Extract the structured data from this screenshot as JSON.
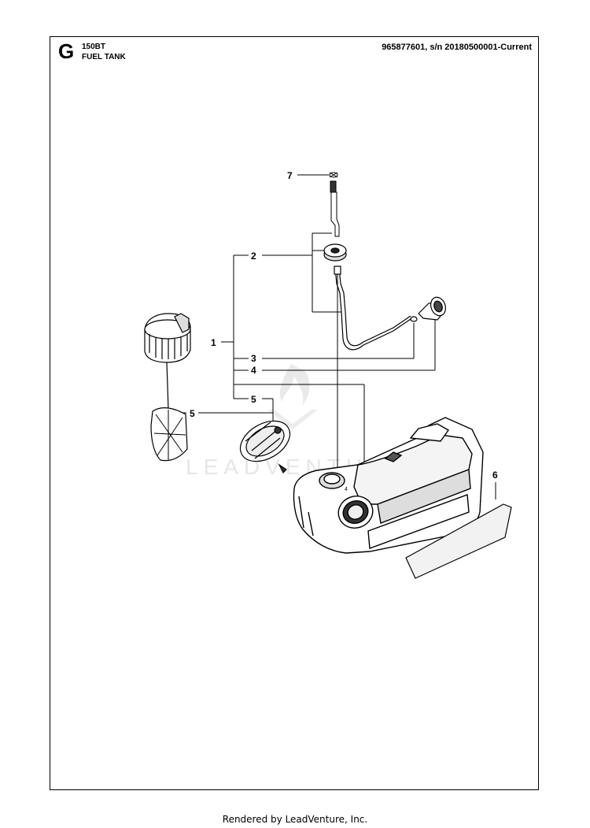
{
  "header": {
    "section_letter": "G",
    "model": "150BT",
    "title": "FUEL TANK",
    "part_number": "965877601, s/n 20180500001-Current"
  },
  "callouts": [
    "1",
    "2",
    "3",
    "4",
    "5",
    "5",
    "6",
    "7"
  ],
  "watermark": "LEADVENTURE",
  "footer": "Rendered by LeadVenture, Inc.",
  "colors": {
    "line": "#000000",
    "watermark": "#e6e6e6"
  }
}
